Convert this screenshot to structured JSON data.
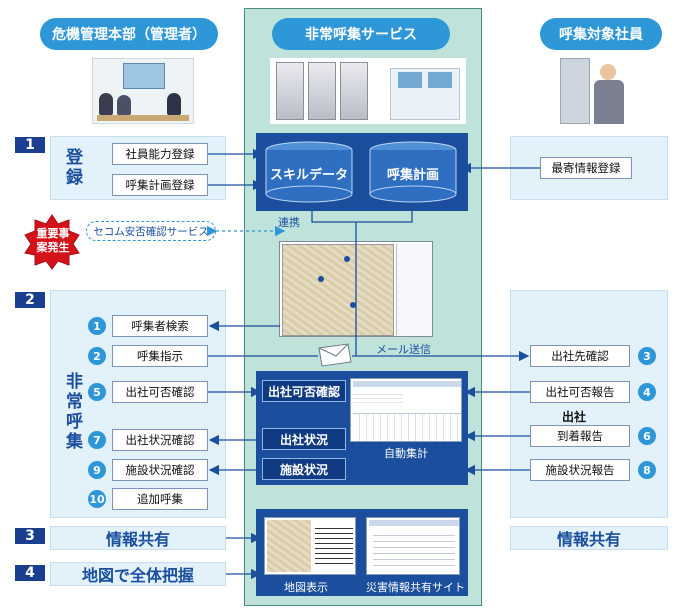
{
  "headers": {
    "left": "危機管理本部（管理者）",
    "center": "非常呼集サービス",
    "right": "呼集対象社員"
  },
  "steps": {
    "s1": "1",
    "s2": "2",
    "s3": "3",
    "s4": "4"
  },
  "registration": {
    "vertical_label": "登録",
    "items": [
      "社員能力登録",
      "呼集計画登録"
    ],
    "right_item": "最寄情報登録"
  },
  "databases": {
    "skill": "スキルデータ",
    "plan": "呼集計画",
    "link": "連携"
  },
  "incident": {
    "badge": "重要事案発生",
    "secom": "セコム安否確認サービス"
  },
  "emergency": {
    "vertical_label": "非常呼集",
    "left_items": [
      {
        "num": "1",
        "label": "呼集者検索"
      },
      {
        "num": "2",
        "label": "呼集指示"
      },
      {
        "num": "5",
        "label": "出社可否確認"
      },
      {
        "num": "7",
        "label": "出社状況確認"
      },
      {
        "num": "9",
        "label": "施設状況確認"
      },
      {
        "num": "10",
        "label": "追加呼集"
      }
    ],
    "right_items": [
      {
        "num": "3",
        "label": "出社先確認"
      },
      {
        "num": "4",
        "label": "出社可否報告"
      },
      {
        "num": "6",
        "label": "到着報告"
      },
      {
        "num": "8",
        "label": "施設状況報告"
      }
    ],
    "shusha": "出社",
    "mail": "メール送信",
    "dark_buttons": [
      "出社可否確認",
      "出社状況",
      "施設状況"
    ],
    "auto": "自動集計"
  },
  "bottom": {
    "share_left": "情報共有",
    "share_right": "情報共有",
    "map_grasp": "地図で全体把握",
    "map_display": "地図表示",
    "disaster_site": "災害情報共有サイト"
  },
  "colors": {
    "header_blue": "#2e97d8",
    "step_navy": "#1b3f8f",
    "center_teal": "#bfe3da",
    "dark_panel": "#1b4f9e",
    "badge_red": "#d4121a"
  }
}
